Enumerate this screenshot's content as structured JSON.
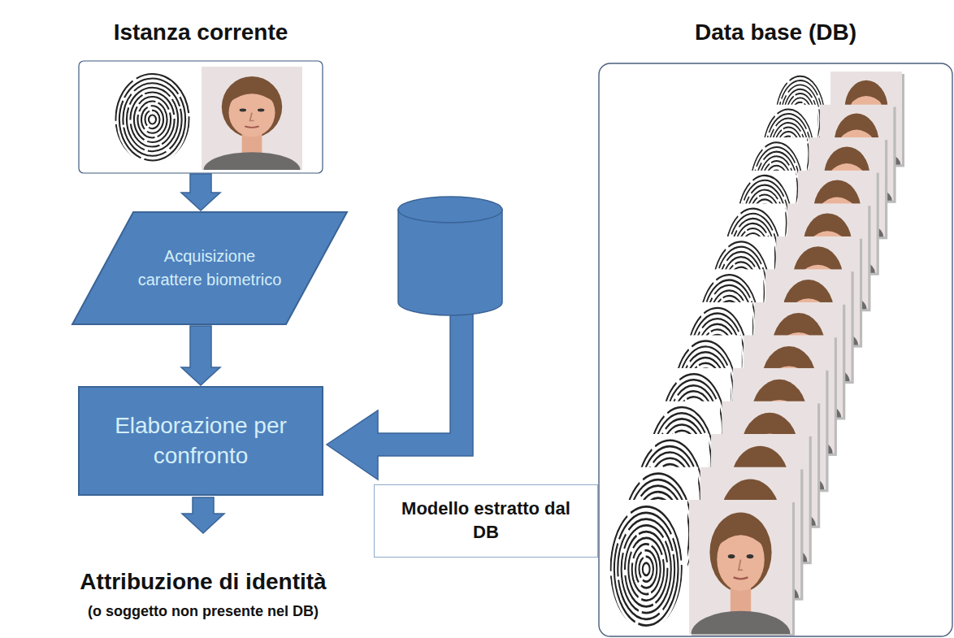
{
  "diagram": {
    "nodes": [
      {
        "text": [
          "Istanza corrente"
        ]
      },
      {
        "text": [
          "Acquisizione carattere biometrico"
        ]
      },
      {
        "text": [
          "Elaborazione per confronto"
        ]
      },
      {
        "text": [
          "Modello estratto dal DB"
        ]
      },
      {
        "text": [
          "Data base (DB)"
        ]
      }
    ],
    "edges": [
      {
        "from": 0,
        "to": 1,
        "arrow": "to"
      },
      {
        "from": 1,
        "to": 2,
        "arrow": "to"
      }
    ],
    "labels": [
      "Attribuzione di identità",
      "(o soggetto non presente nel DB)"
    ]
  }
}
